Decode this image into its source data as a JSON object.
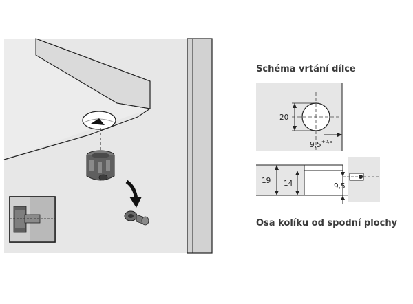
{
  "headings": {
    "drilling_scheme": "Schéma vrtání dílce",
    "pin_axis": "Osa kolíku od spodní plochy"
  },
  "dimensions": {
    "hole_diameter": "20",
    "hole_offset": "9,5",
    "hole_offset_tolerance": "+0,5",
    "panel_thickness": "19",
    "bore_depth": "14",
    "pin_height": "9,5"
  },
  "colors": {
    "panel_fill": "#e6e6e6",
    "wall_fill": "#cfcfcf",
    "line": "#222222",
    "connector": "#5a5a5a"
  }
}
